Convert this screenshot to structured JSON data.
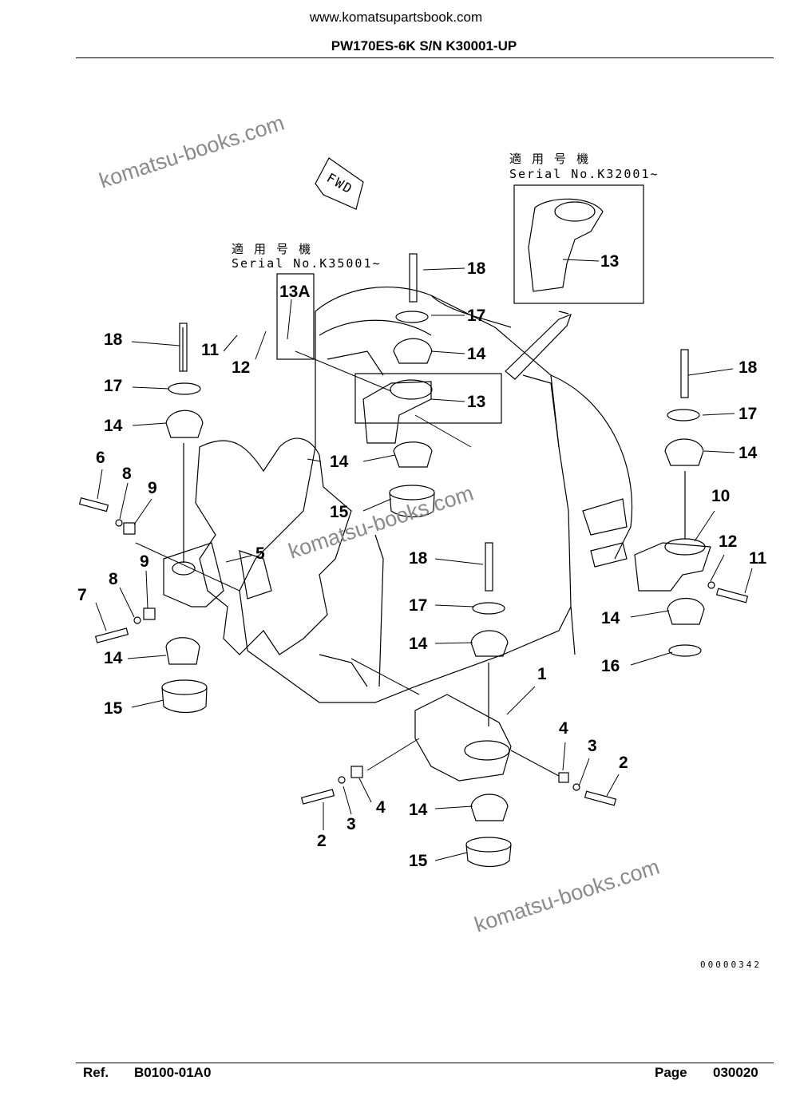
{
  "header": {
    "site_url": "www.komatsupartsbook.com",
    "model_title": "PW170ES-6K S/N K30001-UP"
  },
  "drawing": {
    "note_k35001": {
      "jp": "適 用 号 機",
      "serial": "Serial No.K35001~"
    },
    "note_k32001": {
      "jp": "適 用 号 機",
      "serial": "Serial No.K32001~"
    },
    "fwd_label": "FWD",
    "watermark": "komatsu-books.com",
    "drawing_code": "00000342",
    "callouts": {
      "c1": "1",
      "c2a": "2",
      "c2b": "2",
      "c3a": "3",
      "c3b": "3",
      "c4a": "4",
      "c4b": "4",
      "c5": "5",
      "c6": "6",
      "c7": "7",
      "c8a": "8",
      "c8b": "8",
      "c9a": "9",
      "c9b": "9",
      "c10": "10",
      "c11a": "11",
      "c11b": "11",
      "c12a": "12",
      "c12b": "12",
      "c13a": "13",
      "c13b": "13",
      "c13A": "13A",
      "c14a": "14",
      "c14b": "14",
      "c14c": "14",
      "c14d": "14",
      "c14e": "14",
      "c14f": "14",
      "c14g": "14",
      "c14h": "14",
      "c15a": "15",
      "c15b": "15",
      "c15c": "15",
      "c16": "16",
      "c17a": "17",
      "c17b": "17",
      "c17c": "17",
      "c17d": "17",
      "c18a": "18",
      "c18b": "18",
      "c18c": "18",
      "c18d": "18"
    }
  },
  "footer": {
    "ref_label": "Ref.",
    "ref_value": "B0100-01A0",
    "page_label": "Page",
    "page_value": "030020"
  }
}
